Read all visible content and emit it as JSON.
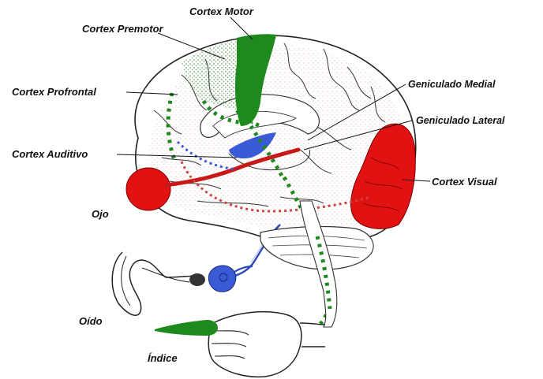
{
  "labels": {
    "cortex_motor": "Cortex Motor",
    "cortex_premotor": "Cortex Premotor",
    "cortex_prefrontal": "Cortex Profrontal",
    "geniculado_medial": "Geniculado Medial",
    "geniculado_lateral": "Geniculado Lateral",
    "cortex_auditivo": "Cortex Auditivo",
    "cortex_visual": "Cortex Visual",
    "ojo": "Ojo",
    "oido": "Oído",
    "indice": "Índice"
  },
  "colors": {
    "motor": "#1e8a1e",
    "premotor_dots": "#2e9a2e",
    "visual": "#e31212",
    "auditory": "#3b5bd6",
    "visual_path": "#c81818",
    "outline": "#222222",
    "speckle": "#b86a6a"
  }
}
